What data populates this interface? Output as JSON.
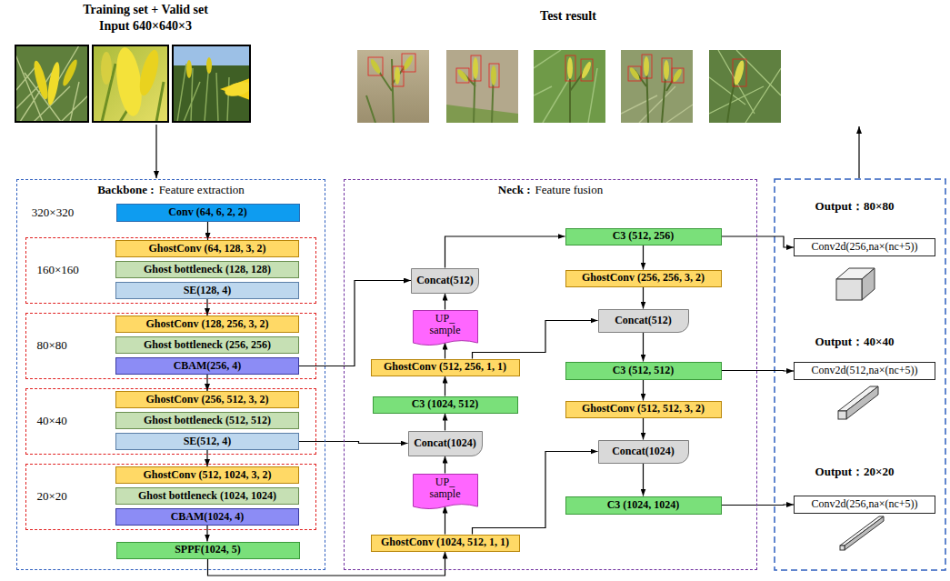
{
  "diagram": {
    "nodes": [
      {
        "text": [
          "Backbone :",
          "Feature extraction"
        ]
      },
      {
        "text": [
          "Conv (64, 6, 2, 2)"
        ],
        "in": 0
      },
      {
        "text": [
          "160×160"
        ],
        "in": 0
      },
      {
        "text": [
          "GhostConv (64, 128, 3, 2)"
        ],
        "in": 2
      },
      {
        "text": [
          "Ghost bottleneck (128, 128)"
        ],
        "in": 2
      },
      {
        "text": [
          "SE(128, 4)"
        ],
        "in": 2
      },
      {
        "text": [
          "80×80"
        ],
        "in": 0
      },
      {
        "text": [
          "GhostConv (128, 256, 3, 2)"
        ],
        "in": 6
      },
      {
        "text": [
          "Ghost bottleneck (256, 256)"
        ],
        "in": 6
      },
      {
        "text": [
          "CBAM(256, 4)"
        ],
        "in": 6
      },
      {
        "text": [
          "40×40"
        ],
        "in": 0
      },
      {
        "text": [
          "GhostConv (256, 512, 3, 2)"
        ],
        "in": 10
      },
      {
        "text": [
          "Ghost bottleneck (512, 512)"
        ],
        "in": 10
      },
      {
        "text": [
          "SE(512, 4)"
        ],
        "in": 10
      },
      {
        "text": [
          "20×20"
        ],
        "in": 0
      },
      {
        "text": [
          "GhostConv (512, 1024, 3, 2)"
        ],
        "in": 14
      },
      {
        "text": [
          "Ghost bottleneck (1024, 1024)"
        ],
        "in": 14
      },
      {
        "text": [
          "CBAM(1024, 4)"
        ],
        "in": 14
      },
      {
        "text": [
          "SPPF(1024, 5)"
        ],
        "in": 0
      },
      {
        "text": [
          "Neck :",
          "Feature fusion"
        ]
      },
      {
        "text": [
          "C3 (512, 256)"
        ],
        "in": 19
      },
      {
        "text": [
          "Concat(512)"
        ],
        "in": 19
      },
      {
        "text": [
          "GhostConv (256, 256, 3, 2)"
        ],
        "in": 19
      },
      {
        "text": [
          "UP_ sample"
        ],
        "in": 19
      },
      {
        "text": [
          "Concat(512)"
        ],
        "in": 19
      },
      {
        "text": [
          "GhostConv (512, 256, 1, 1)"
        ],
        "in": 19
      },
      {
        "text": [
          "C3 (512, 512)"
        ],
        "in": 19
      },
      {
        "text": [
          "C3 (1024, 512)"
        ],
        "in": 19
      },
      {
        "text": [
          "GhostConv (512, 512, 3, 2)"
        ],
        "in": 19
      },
      {
        "text": [
          "Concat(1024)"
        ],
        "in": 19
      },
      {
        "text": [
          "Concat(1024)"
        ],
        "in": 19
      },
      {
        "text": [
          "UP_ sample"
        ],
        "in": 19
      },
      {
        "text": [
          "C3 (1024, 1024)"
        ],
        "in": 19
      },
      {
        "text": [
          "GhostConv (1024, 512, 1, 1)"
        ],
        "in": 19
      },
      {
        "text": [
          "Conv2d(256,na×(nc+5))"
        ]
      },
      {
        "text": [
          "Conv2d(512,na×(nc+5))"
        ]
      },
      {
        "text": [
          "Conv2d(256,na×(nc+5))"
        ]
      }
    ],
    "edges": [
      {
        "from": 1,
        "to": 3,
        "arrow": "to"
      },
      {
        "from": 5,
        "to": 7,
        "arrow": "to"
      },
      {
        "from": 9,
        "to": 11,
        "arrow": "to"
      },
      {
        "from": 13,
        "to": 15,
        "arrow": "to"
      },
      {
        "from": 17,
        "to": 18,
        "arrow": "to"
      },
      {
        "from": 18,
        "to": 33,
        "arrow": "to"
      },
      {
        "from": 33,
        "to": 31,
        "arrow": "to"
      },
      {
        "from": 33,
        "to": 30,
        "arrow": "to"
      },
      {
        "from": 31,
        "to": 29,
        "arrow": "to"
      },
      {
        "from": 13,
        "to": 29,
        "arrow": "to"
      },
      {
        "from": 29,
        "to": 27,
        "arrow": "to"
      },
      {
        "from": 27,
        "to": 25,
        "arrow": "to"
      },
      {
        "from": 25,
        "to": 23,
        "arrow": "to"
      },
      {
        "from": 25,
        "to": 24,
        "arrow": "to"
      },
      {
        "from": 23,
        "to": 21,
        "arrow": "to"
      },
      {
        "from": 9,
        "to": 21,
        "arrow": "to"
      },
      {
        "from": 21,
        "to": 20,
        "arrow": "to"
      },
      {
        "from": 20,
        "to": 34,
        "arrow": "to"
      },
      {
        "from": 20,
        "to": 22,
        "arrow": "to"
      },
      {
        "from": 22,
        "to": 24,
        "arrow": "to"
      },
      {
        "from": 24,
        "to": 26,
        "arrow": "to"
      },
      {
        "from": 26,
        "to": 35,
        "arrow": "to"
      },
      {
        "from": 26,
        "to": 28,
        "arrow": "to"
      },
      {
        "from": 28,
        "to": 30,
        "arrow": "to"
      },
      {
        "from": 30,
        "to": 32,
        "arrow": "to"
      },
      {
        "from": 32,
        "to": 36,
        "arrow": "to"
      }
    ],
    "labels": [
      "Training set + Valid set",
      "Input 640×640×3",
      "Test result",
      "320×320",
      "Output：80×80",
      "Output：40×40",
      "Output：20×20"
    ]
  }
}
